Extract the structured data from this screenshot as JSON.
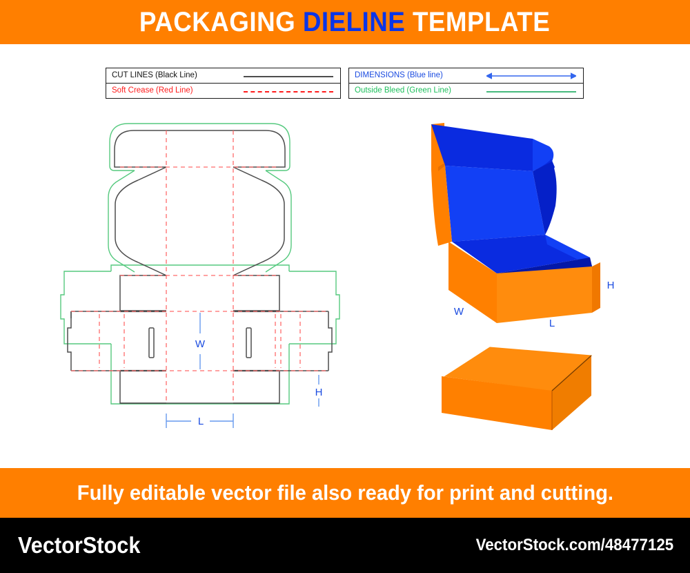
{
  "header": {
    "title_part1": "PACKAGING",
    "title_part2": "DIELINE",
    "title_part3": "TEMPLATE"
  },
  "legend": {
    "left_box": [
      {
        "label": "CUT LINES (Black Line)",
        "color": "#111111",
        "sample": "solid-black-line"
      },
      {
        "label": "Soft Crease (Red Line)",
        "color": "#FF1A1A",
        "sample": "dashed-red-line"
      }
    ],
    "right_box": [
      {
        "label": "DIMENSIONS (Blue line)",
        "color": "#1A4BE0",
        "sample": "double-arrow-blue-line"
      },
      {
        "label": "Outside Bleed (Green Line)",
        "color": "#1DBF5C",
        "sample": "solid-green-line"
      }
    ]
  },
  "dieline": {
    "dimension_labels": {
      "width": "W",
      "length": "L",
      "height": "H"
    }
  },
  "box_open": {
    "dimension_labels": {
      "width": "W",
      "length": "L",
      "height": "H"
    },
    "exterior_color": "#FF8000",
    "interior_color": "#0A2BE8"
  },
  "box_closed": {
    "exterior_color": "#FF8000"
  },
  "tagline": {
    "text": "Fully editable vector file also ready for print and cutting."
  },
  "footer": {
    "logo": "VectorStock",
    "url": "VectorStock.com/48477125"
  },
  "colors": {
    "brand_orange": "#FF7F00",
    "brand_blue": "#0A35E8",
    "cut_black": "#4d4d4d",
    "crease_red": "#FF6B6B",
    "bleed_green": "#55C97E",
    "dimension_blue": "#6699EE"
  }
}
